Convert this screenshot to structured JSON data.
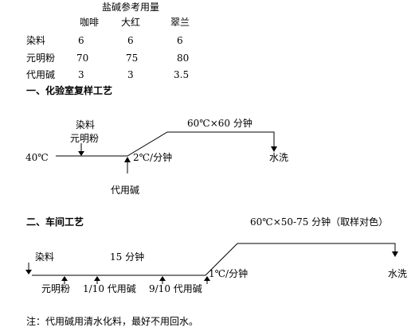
{
  "table": {
    "title": "盐碱参考用量",
    "columns": [
      "咖啡",
      "大红",
      "翠兰"
    ],
    "rows": [
      {
        "label": "染料",
        "values": [
          "6",
          "6",
          "6"
        ]
      },
      {
        "label": "元明粉",
        "values": [
          "70",
          "75",
          "80"
        ]
      },
      {
        "label": "代用碱",
        "values": [
          "3",
          "3",
          "3.5"
        ]
      }
    ]
  },
  "lab": {
    "heading": "一、化验室复样工艺",
    "dye_label": "染料",
    "glauber_label": "元明粉",
    "start_temp": "40℃",
    "rate": "2℃/分钟",
    "hold": "60℃×60 分钟",
    "wash": "水洗",
    "alkali": "代用碱"
  },
  "workshop": {
    "heading": "二、车间工艺",
    "hold": "60℃×50-75 分钟（取样对色）",
    "dye_label": "染料",
    "time_15": "15 分钟",
    "glauber": "元明粉",
    "alkali_1": "1/10 代用碱",
    "alkali_9": "9/10 代用碱",
    "rate": "1℃/分钟",
    "wash": "水洗"
  },
  "note": "注：代用碱用清水化料，最好不用回水。"
}
